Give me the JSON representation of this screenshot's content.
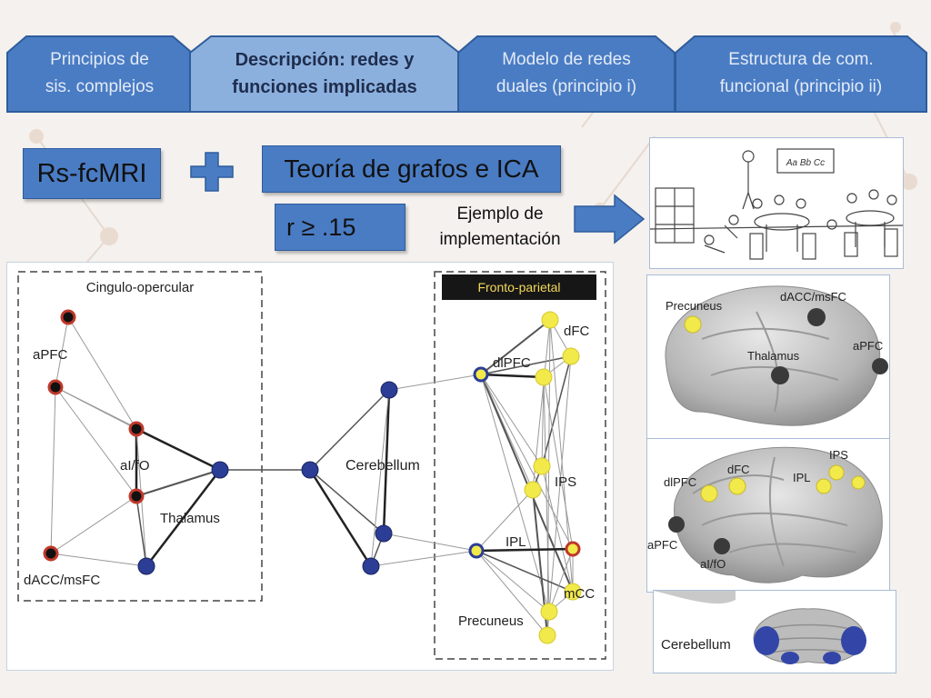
{
  "tabs": [
    {
      "label": "Principios de sis. complejos",
      "line1": "Principios de",
      "line2": "sis. complejos",
      "active": false
    },
    {
      "label": "Descripción: redes y funciones implicadas",
      "line1": "Descripción: redes y",
      "line2": "funciones implicadas",
      "active": true
    },
    {
      "label": "Modelo de redes duales (principio i)",
      "line1": "Modelo de redes",
      "line2": "duales (principio i)",
      "active": false
    },
    {
      "label": "Estructura de com. funcional (principio ii)",
      "line1": "Estructura de com.",
      "line2": "funcional (principio ii)",
      "active": false
    }
  ],
  "methods": {
    "rs_fcmri": "Rs-fcMRI",
    "graph_theory": "Teoría de grafos e ICA",
    "threshold": "r ≥ .15",
    "example_line1": "Ejemplo de",
    "example_line2": "implementación"
  },
  "network": {
    "cingulo_opercular_title": "Cingulo-opercular",
    "fronto_parietal_title": "Fronto-parietal",
    "labels": {
      "apfc": "aPFC",
      "ai_fo": "aI/fO",
      "thalamus": "Thalamus",
      "dacc_msfc": "dACC/msFC",
      "cerebellum": "Cerebellum",
      "dfc": "dFC",
      "dlpfc": "dlPFC",
      "ips": "IPS",
      "ipl": "IPL",
      "mcc": "mCC",
      "precuneus": "Precuneus"
    }
  },
  "brain_medial": {
    "precuneus": "Precuneus",
    "dacc_msfc": "dACC/msFC",
    "thalamus": "Thalamus",
    "apfc": "aPFC"
  },
  "brain_lateral": {
    "dlpfc": "dlPFC",
    "dfc": "dFC",
    "ips": "IPS",
    "ipl": "IPL",
    "apfc": "aPFC",
    "ai_fo": "aI/fO"
  },
  "cerebellum_panel": {
    "label": "Cerebellum"
  },
  "classroom": {
    "board_text": "Aa Bb Cc"
  },
  "colors": {
    "tab_fill": "#4a7cc4",
    "tab_active_fill": "#8cb0de",
    "node_red": "#c0392b",
    "node_blue": "#2b3d94",
    "node_yellow": "#f2e94a"
  }
}
